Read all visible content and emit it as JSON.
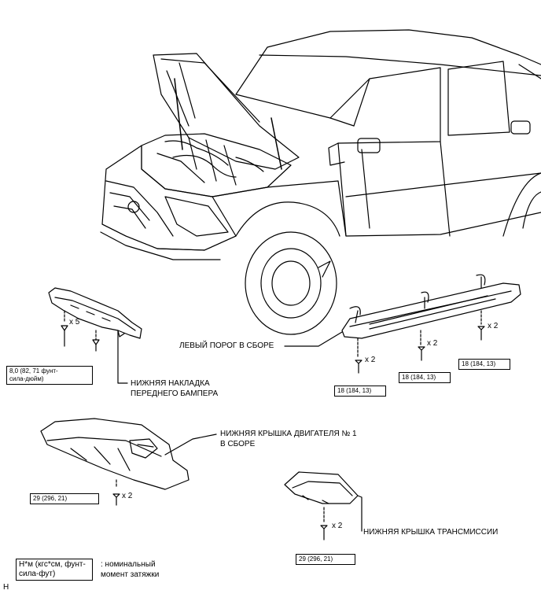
{
  "labels": {
    "sill": "ЛЕВЫЙ ПОРОГ В СБОРЕ",
    "bumper_1": "НИЖНЯЯ НАКЛАДКА",
    "bumper_2": "ПЕРЕДНЕГО БАМПЕРА",
    "engine_1": "НИЖНЯЯ КРЫШКА ДВИГАТЕЛЯ № 1",
    "engine_2": "В СБОРЕ",
    "transmission": "НИЖНЯЯ КРЫШКА ТРАНСМИССИИ"
  },
  "torques": {
    "bumper_1": "8,0 (82, 71 фунт-",
    "bumper_2": "сила-дюйм)",
    "sill_a": "18 (184, 13)",
    "sill_b": "18 (184, 13)",
    "sill_c": "18 (184, 13)",
    "engine": "29 (296, 21)",
    "transmission": "29 (296, 21)"
  },
  "quantities": {
    "bumper": "x 5",
    "sill_a": "x 2",
    "sill_b": "x 2",
    "sill_c": "x 2",
    "engine": "x 2",
    "transmission": "x 2"
  },
  "legend": {
    "units_1": "Н*м (кгс*см, фунт-",
    "units_2": "сила-фут)",
    "desc_1": ": номинальный",
    "desc_2": "момент затяжки"
  },
  "corner_mark": "H"
}
